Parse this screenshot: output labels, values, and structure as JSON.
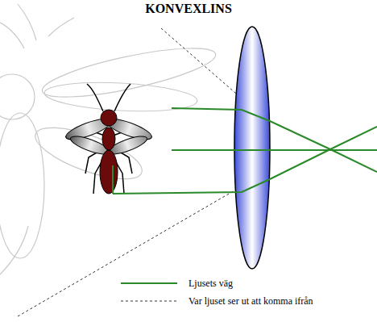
{
  "diagram": {
    "title": "KONVEXLINS",
    "legend": [
      {
        "text": "Ljusets väg"
      },
      {
        "text": "Var ljuset ser ut att komma ifrån"
      }
    ]
  }
}
